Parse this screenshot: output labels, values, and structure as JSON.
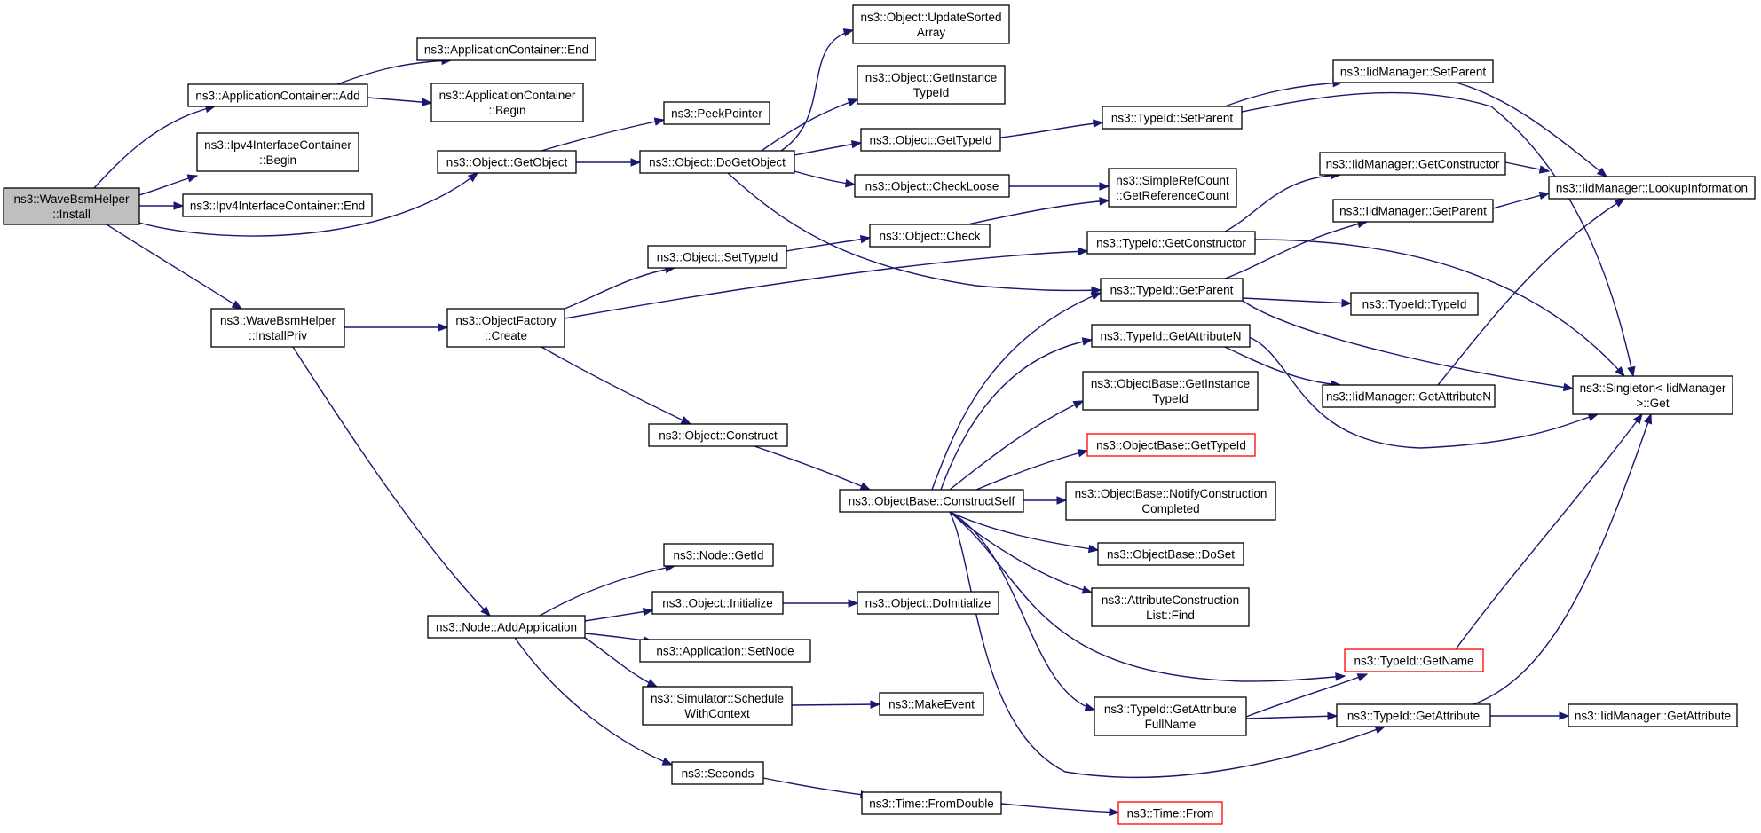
{
  "graph": {
    "colors": {
      "edge": "#191970",
      "node_border": "#000000",
      "root_fill": "#bfbfbf",
      "missing_border": "#ff0000"
    },
    "nodes": [
      {
        "id": "n0",
        "lines": [
          "ns3::WaveBsmHelper",
          "::Install"
        ],
        "root": true
      },
      {
        "id": "n1",
        "lines": [
          "ns3::ApplicationContainer::Add"
        ]
      },
      {
        "id": "n2",
        "lines": [
          "ns3::Ipv4InterfaceContainer",
          "::Begin"
        ]
      },
      {
        "id": "n3",
        "lines": [
          "ns3::Ipv4InterfaceContainer::End"
        ]
      },
      {
        "id": "n4",
        "lines": [
          "ns3::Object::GetObject"
        ]
      },
      {
        "id": "n5",
        "lines": [
          "ns3::WaveBsmHelper",
          "::InstallPriv"
        ]
      },
      {
        "id": "n6",
        "lines": [
          "ns3::ApplicationContainer::End"
        ]
      },
      {
        "id": "n7",
        "lines": [
          "ns3::ApplicationContainer",
          "::Begin"
        ]
      },
      {
        "id": "n8",
        "lines": [
          "ns3::PeekPointer"
        ]
      },
      {
        "id": "n9",
        "lines": [
          "ns3::Object::DoGetObject"
        ]
      },
      {
        "id": "n10",
        "lines": [
          "ns3::ObjectFactory",
          "::Create"
        ]
      },
      {
        "id": "n11",
        "lines": [
          "ns3::Node::AddApplication"
        ]
      },
      {
        "id": "n12",
        "lines": [
          "ns3::Object::UpdateSorted",
          "Array"
        ]
      },
      {
        "id": "n13",
        "lines": [
          "ns3::Object::GetInstance",
          "TypeId"
        ]
      },
      {
        "id": "n14",
        "lines": [
          "ns3::Object::GetTypeId"
        ]
      },
      {
        "id": "n15",
        "lines": [
          "ns3::Object::CheckLoose"
        ]
      },
      {
        "id": "n16",
        "lines": [
          "ns3::TypeId::GetParent"
        ]
      },
      {
        "id": "n17",
        "lines": [
          "ns3::Object::SetTypeId"
        ]
      },
      {
        "id": "n18",
        "lines": [
          "ns3::TypeId::GetConstructor"
        ]
      },
      {
        "id": "n19",
        "lines": [
          "ns3::Object::Construct"
        ]
      },
      {
        "id": "n20",
        "lines": [
          "ns3::Node::GetId"
        ]
      },
      {
        "id": "n21",
        "lines": [
          "ns3::Object::Initialize"
        ]
      },
      {
        "id": "n22",
        "lines": [
          "ns3::Application::SetNode"
        ]
      },
      {
        "id": "n23",
        "lines": [
          "ns3::Simulator::Schedule",
          "WithContext"
        ]
      },
      {
        "id": "n24",
        "lines": [
          "ns3::Seconds"
        ]
      },
      {
        "id": "n25",
        "lines": [
          "ns3::TypeId::SetParent"
        ]
      },
      {
        "id": "n26",
        "lines": [
          "ns3::SimpleRefCount",
          "::GetReferenceCount"
        ]
      },
      {
        "id": "n27",
        "lines": [
          "ns3::Object::Check"
        ]
      },
      {
        "id": "n28",
        "lines": [
          "ns3::IidManager::SetParent"
        ]
      },
      {
        "id": "n29",
        "lines": [
          "ns3::IidManager::GetConstructor"
        ]
      },
      {
        "id": "n30",
        "lines": [
          "ns3::IidManager::GetParent"
        ]
      },
      {
        "id": "n31",
        "lines": [
          "ns3::IidManager::LookupInformation"
        ]
      },
      {
        "id": "n32",
        "lines": [
          "ns3::TypeId::TypeId"
        ]
      },
      {
        "id": "n33",
        "lines": [
          "ns3::Singleton< IidManager",
          " >::Get"
        ]
      },
      {
        "id": "n34",
        "lines": [
          "ns3::ObjectBase::ConstructSelf"
        ]
      },
      {
        "id": "n35",
        "lines": [
          "ns3::TypeId::GetAttributeN"
        ]
      },
      {
        "id": "n36",
        "lines": [
          "ns3::ObjectBase::GetInstance",
          "TypeId"
        ]
      },
      {
        "id": "n37",
        "lines": [
          "ns3::ObjectBase::GetTypeId"
        ],
        "missing": true
      },
      {
        "id": "n38",
        "lines": [
          "ns3::ObjectBase::NotifyConstruction",
          "Completed"
        ]
      },
      {
        "id": "n39",
        "lines": [
          "ns3::ObjectBase::DoSet"
        ]
      },
      {
        "id": "n40",
        "lines": [
          "ns3::AttributeConstruction",
          "List::Find"
        ]
      },
      {
        "id": "n41",
        "lines": [
          "ns3::TypeId::GetName"
        ],
        "missing": true
      },
      {
        "id": "n42",
        "lines": [
          "ns3::TypeId::GetAttribute",
          "FullName"
        ]
      },
      {
        "id": "n43",
        "lines": [
          "ns3::TypeId::GetAttribute"
        ]
      },
      {
        "id": "n44",
        "lines": [
          "ns3::IidManager::GetAttributeN"
        ]
      },
      {
        "id": "n45",
        "lines": [
          "ns3::IidManager::GetAttribute"
        ]
      },
      {
        "id": "n46",
        "lines": [
          "ns3::Object::DoInitialize"
        ]
      },
      {
        "id": "n47",
        "lines": [
          "ns3::MakeEvent"
        ]
      },
      {
        "id": "n48",
        "lines": [
          "ns3::Time::FromDouble"
        ]
      },
      {
        "id": "n49",
        "lines": [
          "ns3::Time::From"
        ],
        "missing": true
      }
    ],
    "edges": [
      [
        "n0",
        "n1"
      ],
      [
        "n0",
        "n2"
      ],
      [
        "n0",
        "n3"
      ],
      [
        "n0",
        "n4"
      ],
      [
        "n0",
        "n5"
      ],
      [
        "n1",
        "n6"
      ],
      [
        "n1",
        "n7"
      ],
      [
        "n4",
        "n8"
      ],
      [
        "n4",
        "n9"
      ],
      [
        "n5",
        "n10"
      ],
      [
        "n5",
        "n11"
      ],
      [
        "n9",
        "n12"
      ],
      [
        "n9",
        "n13"
      ],
      [
        "n9",
        "n14"
      ],
      [
        "n9",
        "n15"
      ],
      [
        "n9",
        "n16"
      ],
      [
        "n10",
        "n17"
      ],
      [
        "n10",
        "n18"
      ],
      [
        "n10",
        "n19"
      ],
      [
        "n11",
        "n20"
      ],
      [
        "n11",
        "n21"
      ],
      [
        "n11",
        "n22"
      ],
      [
        "n11",
        "n23"
      ],
      [
        "n11",
        "n24"
      ],
      [
        "n14",
        "n25"
      ],
      [
        "n15",
        "n26"
      ],
      [
        "n17",
        "n27"
      ],
      [
        "n27",
        "n26"
      ],
      [
        "n25",
        "n28"
      ],
      [
        "n25",
        "n33"
      ],
      [
        "n28",
        "n31"
      ],
      [
        "n18",
        "n29"
      ],
      [
        "n18",
        "n33"
      ],
      [
        "n29",
        "n31"
      ],
      [
        "n16",
        "n30"
      ],
      [
        "n16",
        "n32"
      ],
      [
        "n16",
        "n33"
      ],
      [
        "n30",
        "n31"
      ],
      [
        "n19",
        "n34"
      ],
      [
        "n34",
        "n16"
      ],
      [
        "n34",
        "n35"
      ],
      [
        "n34",
        "n36"
      ],
      [
        "n34",
        "n37"
      ],
      [
        "n34",
        "n38"
      ],
      [
        "n34",
        "n39"
      ],
      [
        "n34",
        "n40"
      ],
      [
        "n34",
        "n41"
      ],
      [
        "n34",
        "n42"
      ],
      [
        "n34",
        "n43"
      ],
      [
        "n35",
        "n44"
      ],
      [
        "n35",
        "n33"
      ],
      [
        "n44",
        "n31"
      ],
      [
        "n41",
        "n33"
      ],
      [
        "n42",
        "n41"
      ],
      [
        "n42",
        "n43"
      ],
      [
        "n43",
        "n33"
      ],
      [
        "n43",
        "n45"
      ],
      [
        "n21",
        "n46"
      ],
      [
        "n23",
        "n47"
      ],
      [
        "n24",
        "n48"
      ],
      [
        "n48",
        "n49"
      ]
    ]
  }
}
